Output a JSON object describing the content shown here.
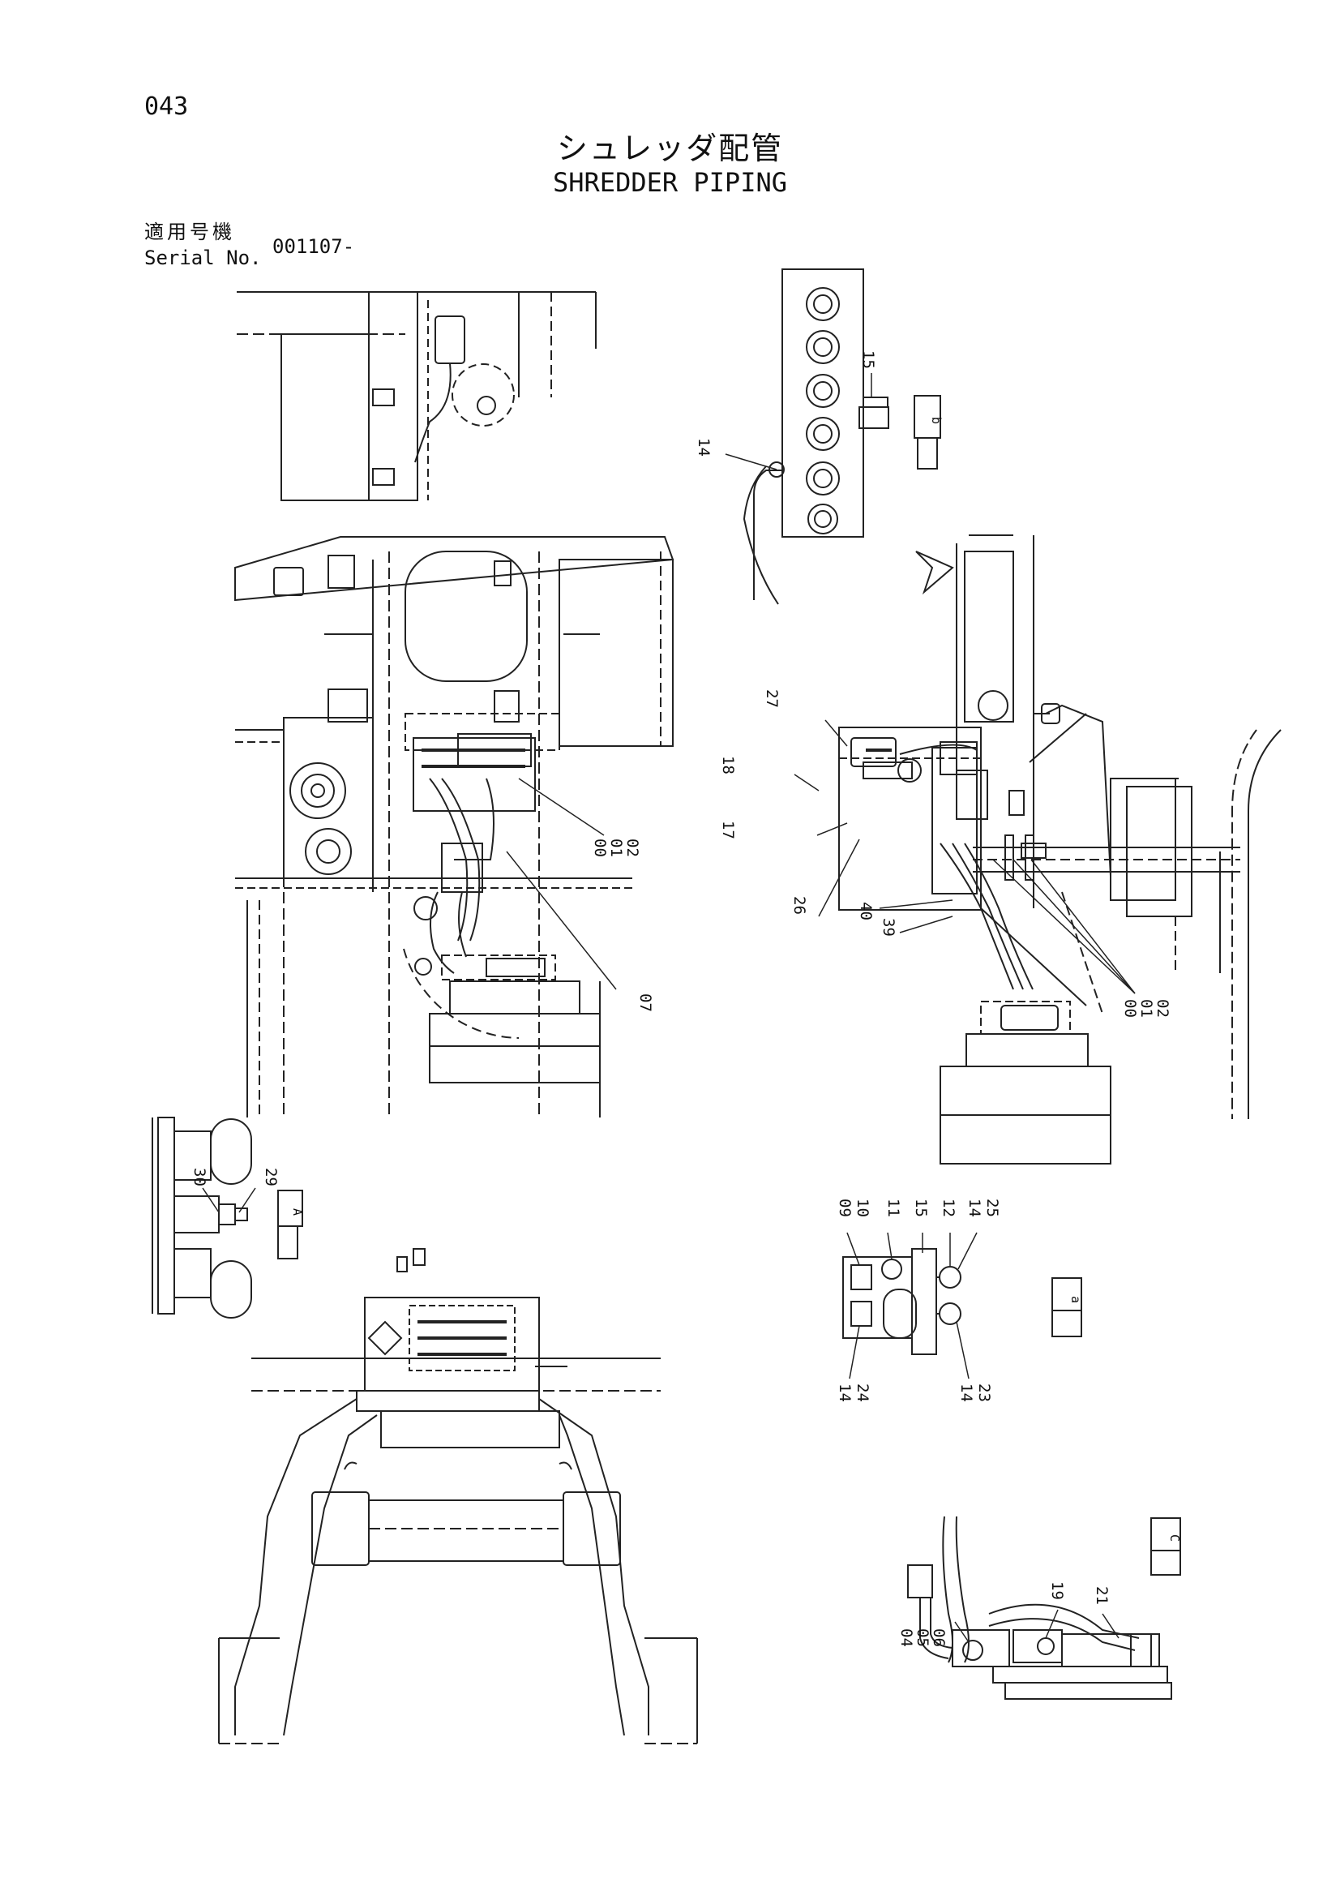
{
  "page": {
    "number": "043",
    "title_jp": "シュレッダ配管",
    "title_en": "SHREDDER PIPING",
    "serial_label_jp": "適用号機",
    "serial_label_en": "Serial No.",
    "serial_value": "001107-"
  },
  "drawing": {
    "view_tags": {
      "b": "b",
      "a_lower": "a",
      "c": "C",
      "a_upper": "A"
    },
    "callouts": {
      "c14_top": "14",
      "c15_top": "15",
      "c18": "18",
      "c27": "27",
      "c17": "17",
      "c26": "26",
      "c40": "40",
      "c39": "39",
      "c00_right": "00",
      "c01_right": "01",
      "c02_right": "02",
      "c00_mid": "00",
      "c01_mid": "01",
      "c02_mid": "02",
      "c07": "07",
      "c30": "30",
      "c29": "29",
      "c09": "09",
      "c10": "10",
      "c11": "11",
      "c15_det": "15",
      "c12": "12",
      "c14_det_top": "14",
      "c25": "25",
      "c14_det_l": "14",
      "c24": "24",
      "c14_det_r": "14",
      "c23": "23",
      "c19": "19",
      "c21": "21",
      "c04": "04",
      "c05": "05",
      "c06": "06"
    }
  }
}
